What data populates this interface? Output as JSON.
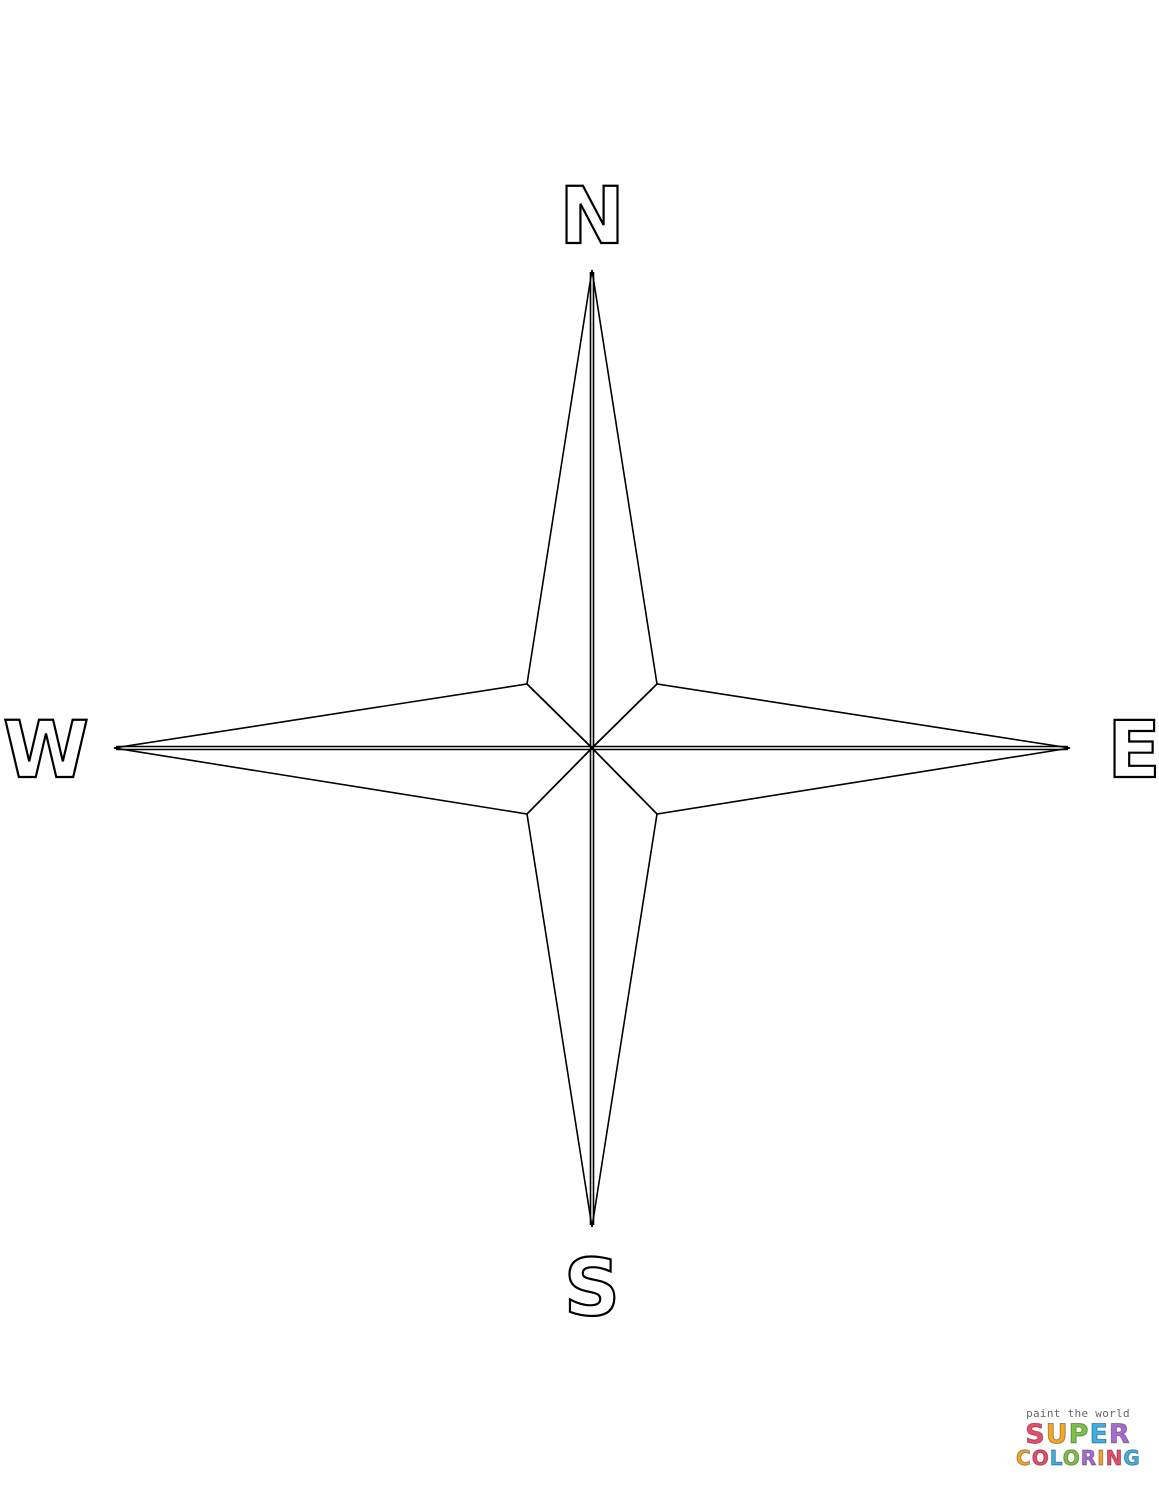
{
  "compass": {
    "north_label": "N",
    "east_label": "E",
    "south_label": "S",
    "west_label": "W"
  },
  "watermark": {
    "tagline": "paint the world",
    "word1": "SUPER",
    "word2": "COLORING",
    "word1_colors": [
      "#e94b6b",
      "#f6a623",
      "#7cc242",
      "#3bb1e6",
      "#a86bd1"
    ],
    "word2_colors": [
      "#f6a623",
      "#e94b6b",
      "#3bb1e6",
      "#7cc242",
      "#a86bd1",
      "#f6a623",
      "#e94b6b",
      "#3bb1e6"
    ]
  },
  "colors": {
    "line": "#000000",
    "background": "#ffffff"
  }
}
